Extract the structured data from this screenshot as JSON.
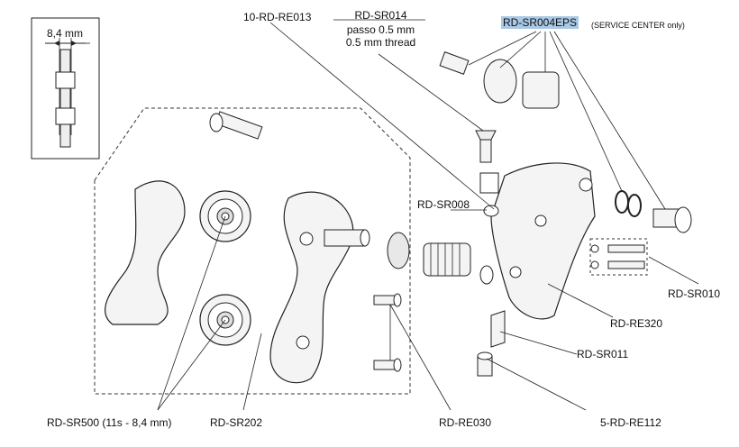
{
  "inset": {
    "width_label": "8,4 mm"
  },
  "labels": {
    "re013": "10-RD-RE013",
    "sr014_code": "RD-SR014",
    "sr014_line1": "passo 0.5 mm",
    "sr014_line2": "0.5 mm thread",
    "sr004_code": "RD-SR004EPS",
    "sr004_note": "(SERVICE CENTER only)",
    "sr008": "RD-SR008",
    "sr010": "RD-SR010",
    "re320": "RD-RE320",
    "sr011": "RD-SR011",
    "sr500": "RD-SR500 (11s - 8,4 mm)",
    "sr202": "RD-SR202",
    "re030": "RD-RE030",
    "re112": "5-RD-RE112"
  },
  "colors": {
    "highlight": "#a9c9e6",
    "line": "#222222",
    "part_fill": "#f4f4f4"
  }
}
